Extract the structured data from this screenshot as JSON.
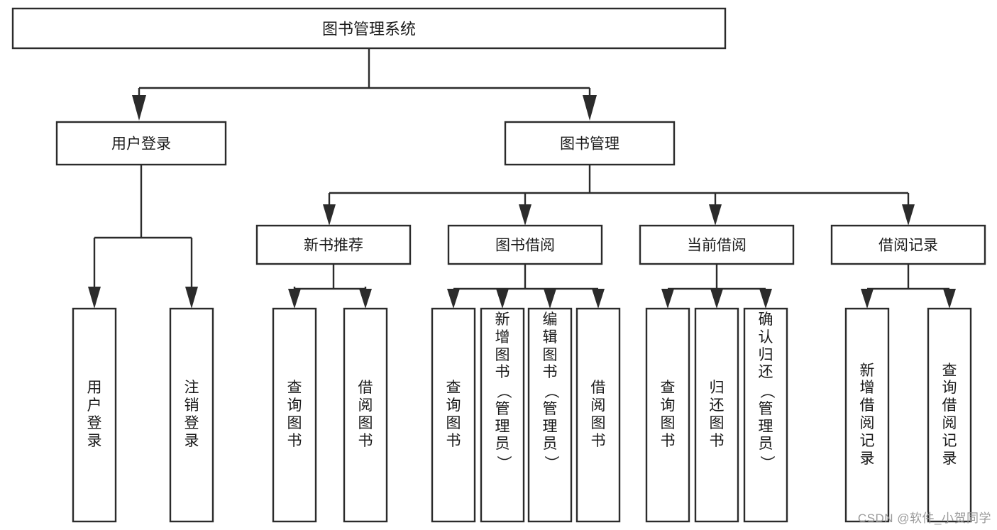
{
  "diagram": {
    "type": "tree",
    "title": "图书管理系统",
    "watermark": "CSDN @软件_小贺同学",
    "colors": {
      "box_stroke": "#2b2b2b",
      "box_fill": "#ffffff",
      "text": "#1a1a1a",
      "watermark": "#9a9a9a",
      "background": "#ffffff"
    },
    "levels": {
      "root": {
        "label": "图书管理系统"
      },
      "level2": [
        {
          "label": "用户登录"
        },
        {
          "label": "图书管理"
        }
      ],
      "level3": [
        {
          "label": "新书推荐"
        },
        {
          "label": "图书借阅"
        },
        {
          "label": "当前借阅"
        },
        {
          "label": "借阅记录"
        }
      ]
    },
    "groups": [
      {
        "parent": "用户登录",
        "leaves": [
          {
            "label": "用户登录"
          },
          {
            "label": "注销登录"
          }
        ]
      },
      {
        "parent": "新书推荐",
        "leaves": [
          {
            "label": "查询图书"
          },
          {
            "label": "借阅图书"
          }
        ]
      },
      {
        "parent": "图书借阅",
        "leaves": [
          {
            "label": "查询图书"
          },
          {
            "label": "新增图书（管理员）"
          },
          {
            "label": "编辑图书（管理员）"
          },
          {
            "label": "借阅图书"
          }
        ]
      },
      {
        "parent": "当前借阅",
        "leaves": [
          {
            "label": "查询图书"
          },
          {
            "label": "归还图书"
          },
          {
            "label": "确认归还（管理员）"
          }
        ]
      },
      {
        "parent": "借阅记录",
        "leaves": [
          {
            "label": "新增借阅记录"
          },
          {
            "label": "查询借阅记录"
          }
        ]
      }
    ],
    "leaf_text_orientation": "vertical-rl"
  }
}
